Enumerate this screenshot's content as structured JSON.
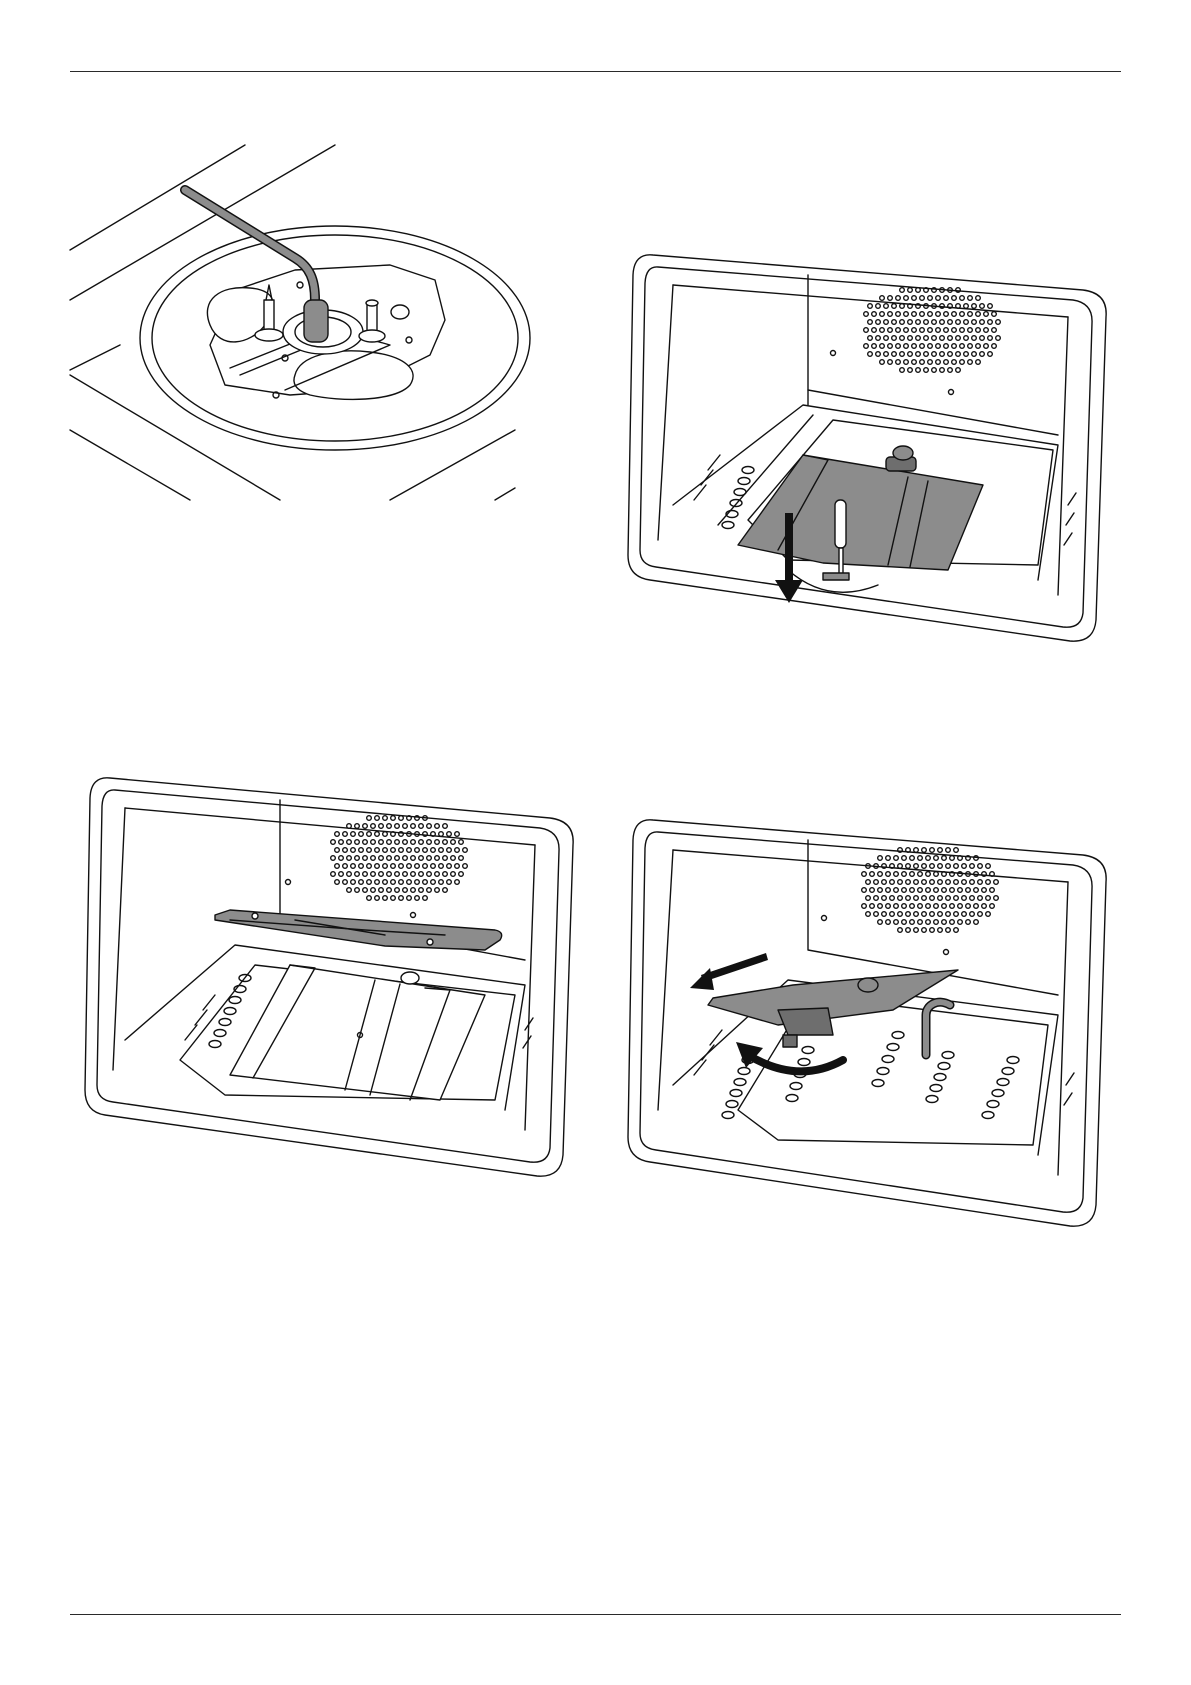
{
  "page": {
    "header_rule": true,
    "footer_rule": true
  },
  "figures": [
    {
      "id": "hob-burner",
      "icon": "hob-burner-with-tool-illustration"
    },
    {
      "id": "oven-remove-cover",
      "icon": "oven-cover-removal-illustration"
    },
    {
      "id": "oven-burner-cover",
      "icon": "oven-burner-cover-illustration"
    },
    {
      "id": "oven-remove-burner",
      "icon": "oven-burner-removal-illustration"
    }
  ],
  "colors": {
    "line": "#111111",
    "part_highlight": "#8c8c8c",
    "background": "#ffffff"
  }
}
